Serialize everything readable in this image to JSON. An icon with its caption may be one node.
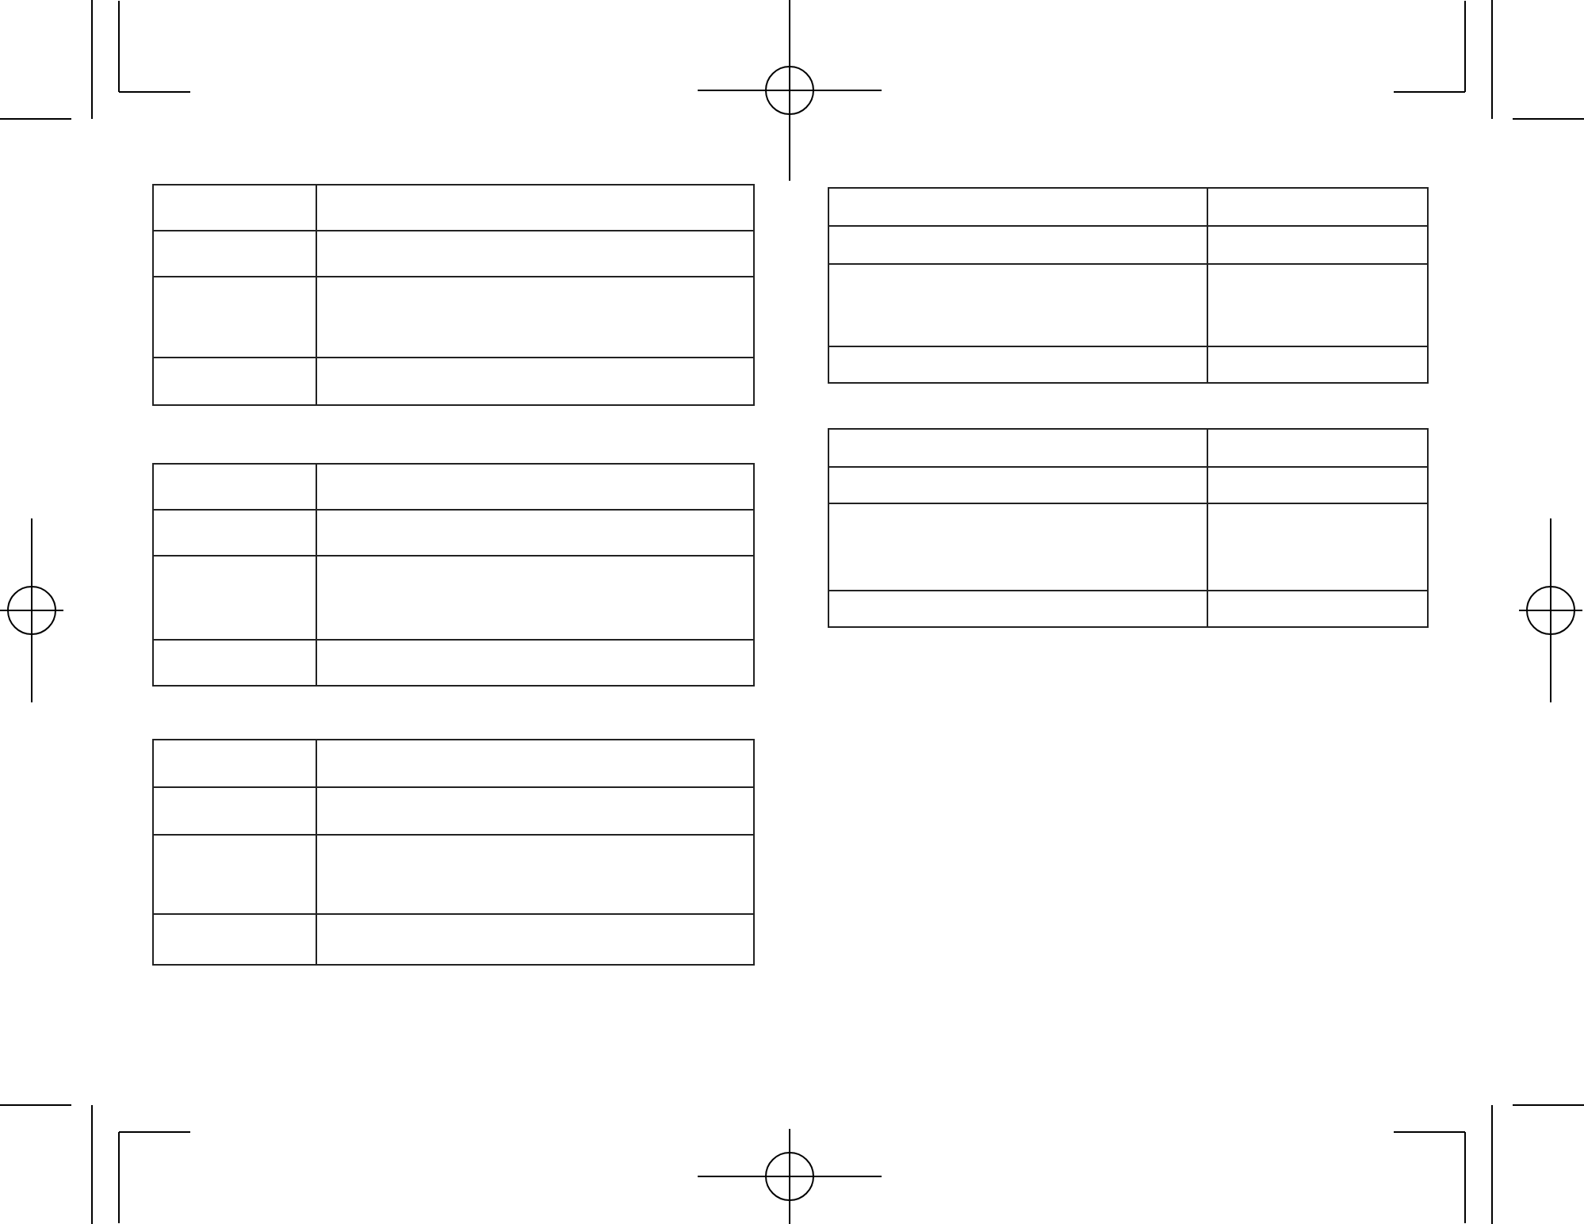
{
  "diagram": {
    "nodes": [
      {
        "text": [],
        "shape": "table"
      },
      {
        "text": [],
        "shape": "table"
      },
      {
        "text": [],
        "shape": "table"
      },
      {
        "text": [],
        "shape": "table"
      },
      {
        "text": [],
        "shape": "table"
      }
    ]
  }
}
